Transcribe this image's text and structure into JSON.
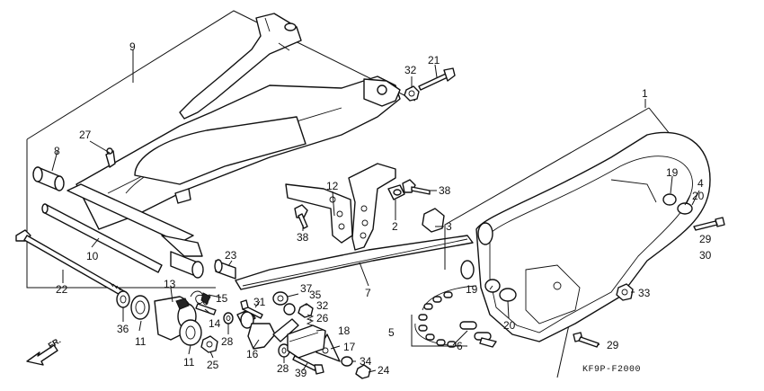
{
  "diagram": {
    "callouts": [
      "1",
      "2",
      "3",
      "4",
      "5",
      "6",
      "7",
      "8",
      "9",
      "10",
      "11",
      "12",
      "13",
      "14",
      "15",
      "16",
      "17",
      "18",
      "19",
      "20",
      "21",
      "22",
      "23",
      "24",
      "25",
      "26",
      "27",
      "28",
      "29",
      "30",
      "31",
      "32",
      "33",
      "34",
      "35",
      "36",
      "37",
      "38",
      "39"
    ],
    "part_code": "KF9P-F2000",
    "direction_label": "FR."
  }
}
